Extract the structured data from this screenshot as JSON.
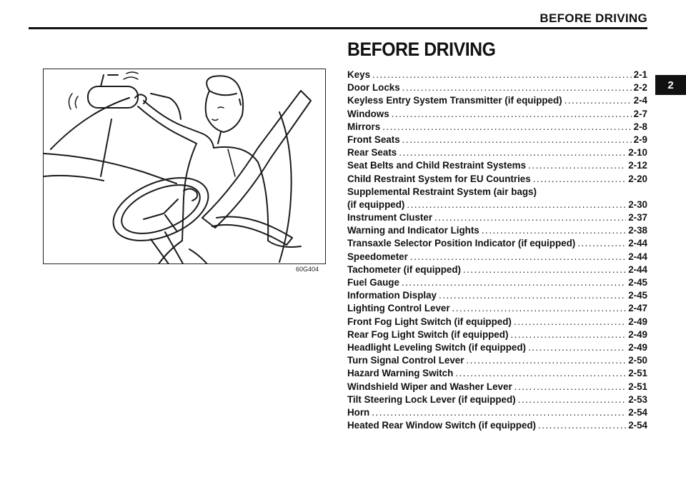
{
  "header": {
    "running_head": "BEFORE DRIVING"
  },
  "section": {
    "title": "BEFORE DRIVING",
    "chapter_tab": "2"
  },
  "figure": {
    "code": "60G404"
  },
  "toc": [
    {
      "title": "Keys",
      "page": "2-1"
    },
    {
      "title": "Door Locks",
      "page": "2-2"
    },
    {
      "title": "Keyless Entry System Transmitter (if equipped)",
      "page": "2-4"
    },
    {
      "title": "Windows",
      "page": "2-7"
    },
    {
      "title": "Mirrors",
      "page": "2-8"
    },
    {
      "title": "Front Seats",
      "page": "2-9"
    },
    {
      "title": "Rear Seats",
      "page": "2-10"
    },
    {
      "title": "Seat Belts and Child Restraint Systems",
      "page": "2-12"
    },
    {
      "title": "Child Restraint System for EU Countries",
      "page": "2-20"
    },
    {
      "title": "Supplemental Restraint System (air bags)",
      "page": ""
    },
    {
      "title": "(if equipped)",
      "page": "2-30"
    },
    {
      "title": "Instrument Cluster",
      "page": "2-37"
    },
    {
      "title": "Warning and Indicator Lights",
      "page": "2-38"
    },
    {
      "title": "Transaxle Selector Position Indicator (if equipped)",
      "page": "2-44"
    },
    {
      "title": "Speedometer",
      "page": "2-44"
    },
    {
      "title": "Tachometer (if equipped)",
      "page": "2-44"
    },
    {
      "title": "Fuel Gauge",
      "page": "2-45"
    },
    {
      "title": "Information Display",
      "page": "2-45"
    },
    {
      "title": "Lighting Control Lever",
      "page": "2-47"
    },
    {
      "title": "Front Fog Light Switch (if equipped)",
      "page": "2-49"
    },
    {
      "title": "Rear Fog Light Switch (if equipped)",
      "page": "2-49"
    },
    {
      "title": "Headlight Leveling Switch (if equipped)",
      "page": "2-49"
    },
    {
      "title": "Turn Signal Control Lever",
      "page": "2-50"
    },
    {
      "title": "Hazard Warning Switch",
      "page": "2-51"
    },
    {
      "title": "Windshield Wiper and Washer Lever",
      "page": "2-51"
    },
    {
      "title": "Tilt Steering Lock Lever (if equipped)",
      "page": "2-53"
    },
    {
      "title": "Horn",
      "page": "2-54"
    },
    {
      "title": "Heated Rear Window Switch (if equipped)",
      "page": "2-54"
    }
  ]
}
